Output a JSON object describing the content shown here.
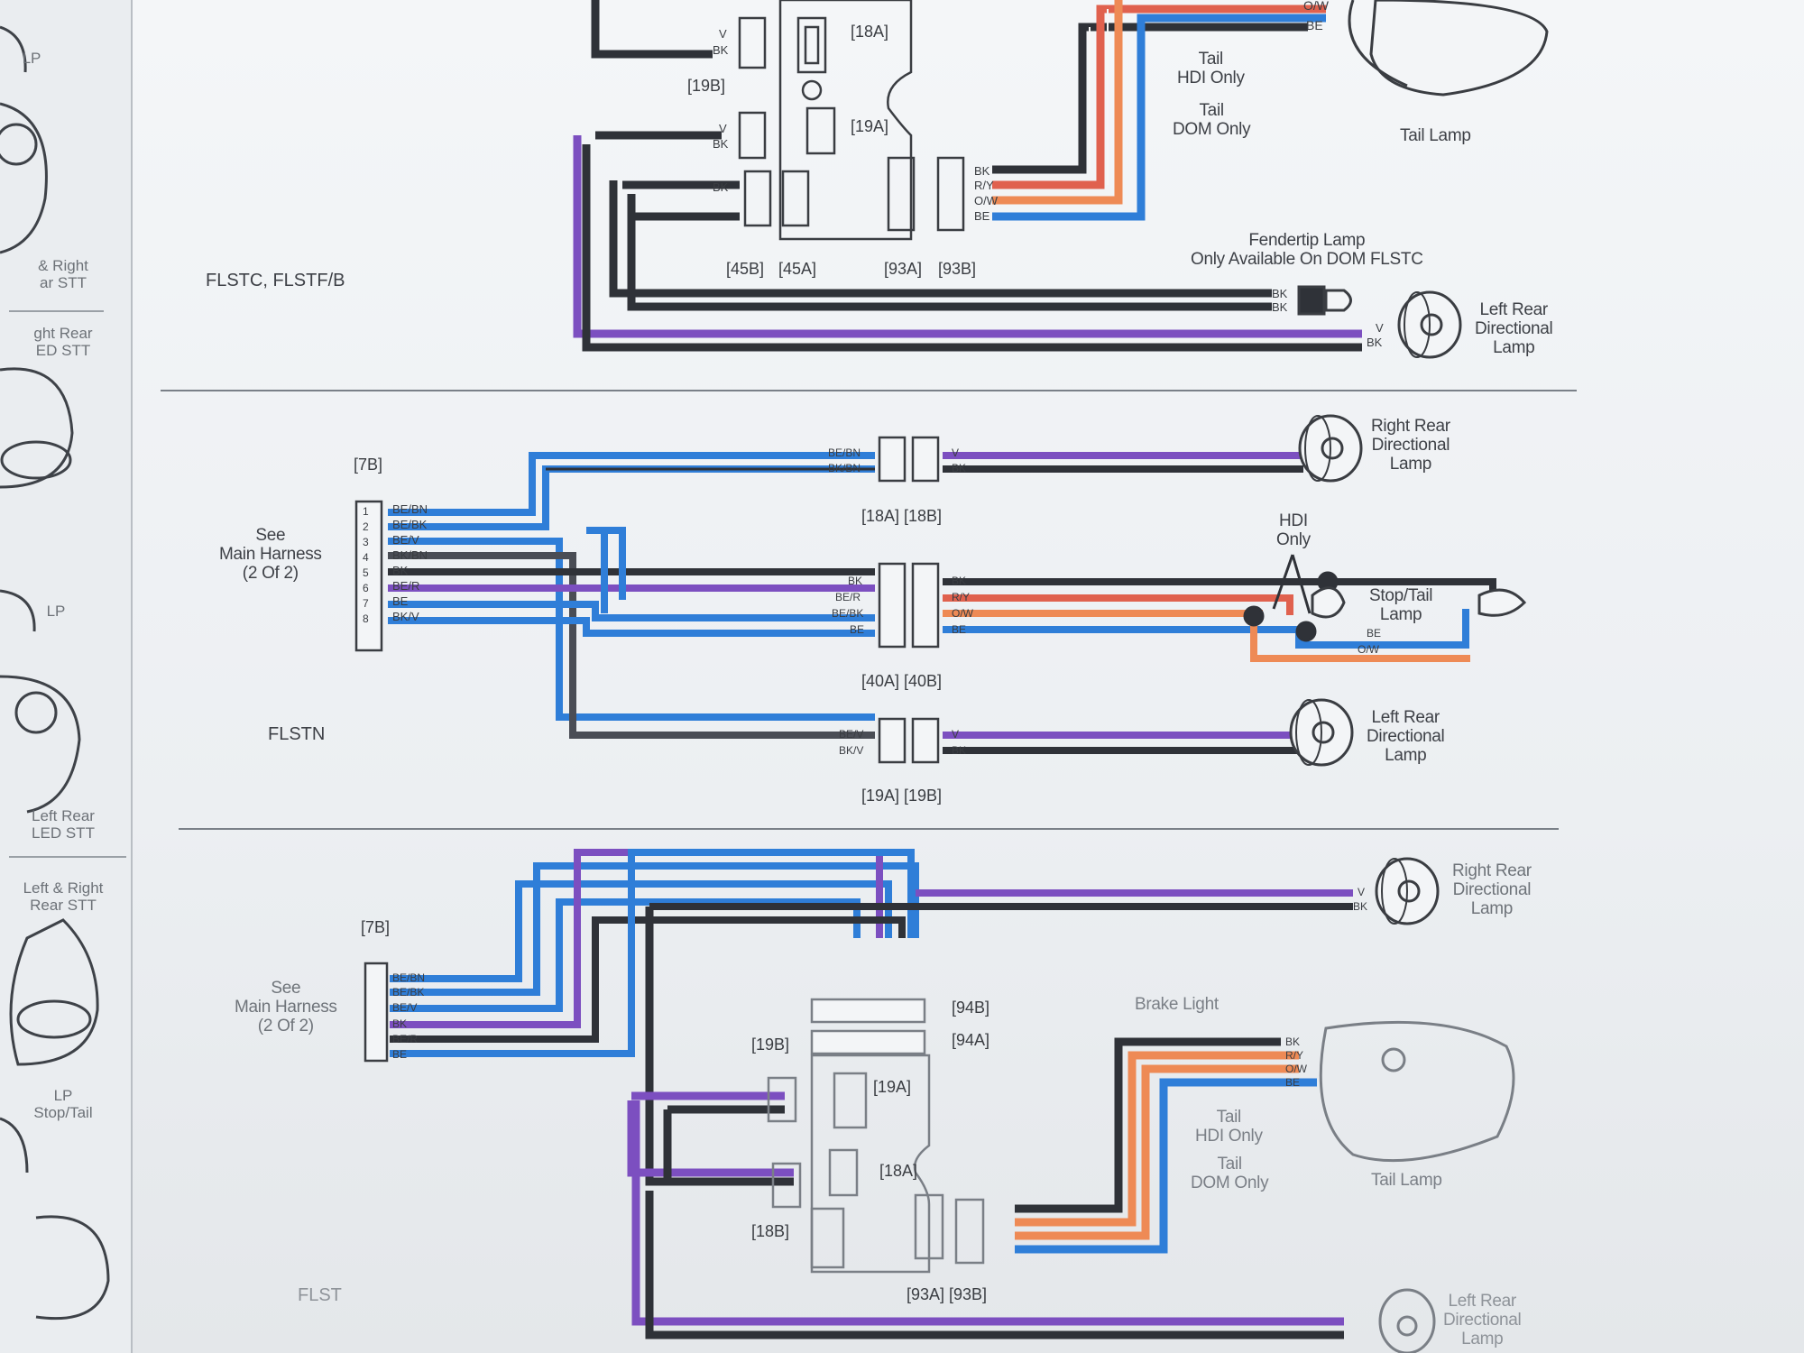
{
  "left_strip": {
    "labels": [
      "LP",
      "& Right\nar STT",
      "ght Rear\nED STT",
      "LP",
      "Left Rear\nLED STT",
      "Left & Right\nRear STT",
      "LP\nStop/Tail"
    ]
  },
  "sections": {
    "top": {
      "model_label": "FLSTC, FLSTF/B",
      "connectors": {
        "c18a": "[18A]",
        "c19a": "[19A]",
        "c19b": "[19B]",
        "c45b": "[45B]",
        "c45a": "[45A]",
        "c93a": "[93A]",
        "c93b": "[93B]"
      },
      "callouts": {
        "tail_hdi": "Tail\nHDI Only",
        "tail_dom": "Tail\nDOM Only",
        "tail_lamp": "Tail Lamp",
        "fendertip": "Fendertip Lamp\nOnly Available On DOM FLSTC",
        "left_rear_dir": "Left Rear\nDirectional\nLamp"
      },
      "wire_tags": [
        "O/W",
        "BE",
        "V",
        "BK",
        "V",
        "BK",
        "BK",
        "BK",
        "BK",
        "R/Y",
        "O/W",
        "BE",
        "BK",
        "BK",
        "V",
        "BK"
      ]
    },
    "middle": {
      "model_label": "FLSTN",
      "harness_connector": "[7B]",
      "see_main": "See\nMain Harness\n(2 Of 2)",
      "pins": [
        "1",
        "2",
        "3",
        "4",
        "5",
        "6",
        "7",
        "8"
      ],
      "pin_tags": [
        "BE/BN",
        "BE/BK",
        "BE/V",
        "BK/BN",
        "BK",
        "BE/R",
        "BE",
        "BK/V"
      ],
      "connectors": {
        "c18": "[18A]  [18B]",
        "c40": "[40A]  [40B]",
        "c19": "[19A]  [19B]"
      },
      "callouts": {
        "right_rear_dir": "Right Rear\nDirectional\nLamp",
        "hdi_only": "HDI\nOnly",
        "stop_tail": "Stop/Tail\nLamp",
        "left_rear_dir": "Left Rear\nDirectional\nLamp"
      },
      "wire_tags": [
        "BE/BN",
        "BK/BN",
        "V",
        "BK",
        "BK",
        "BE/R",
        "BE/BK",
        "BE",
        "BK",
        "R/Y",
        "O/W",
        "BE",
        "BE",
        "O/W",
        "BE/V",
        "BK/V",
        "V",
        "BK"
      ]
    },
    "bottom": {
      "model_label": "FLST",
      "harness_connector": "[7B]",
      "see_main": "See\nMain Harness\n(2 Of 2)",
      "pin_tags": [
        "BE/BN",
        "BE/BK",
        "BE/V",
        "BK",
        "BE/R",
        "BE"
      ],
      "connectors": {
        "c94b": "[94B]",
        "c94a": "[94A]",
        "c19b": "[19B]",
        "c19a": "[19A]",
        "c18a": "[18A]",
        "c18b": "[18B]",
        "c93": "[93A]  [93B]"
      },
      "callouts": {
        "right_rear_dir": "Right Rear\nDirectional\nLamp",
        "brake_light": "Brake Light",
        "tail_hdi": "Tail\nHDI Only",
        "tail_dom": "Tail\nDOM Only",
        "tail_lamp": "Tail Lamp",
        "left_rear_dir": "Left Rear\nDirectional\nLamp"
      },
      "wire_tags": [
        "V",
        "BK",
        "BK",
        "R/Y",
        "O/W",
        "BE"
      ]
    }
  },
  "colors": {
    "black": "#2f3238",
    "violet": "#7c4fc0",
    "blue": "#2f7ed8",
    "red": "#e0614e",
    "orange": "#ee8a55",
    "white": "#f7f7f7"
  }
}
